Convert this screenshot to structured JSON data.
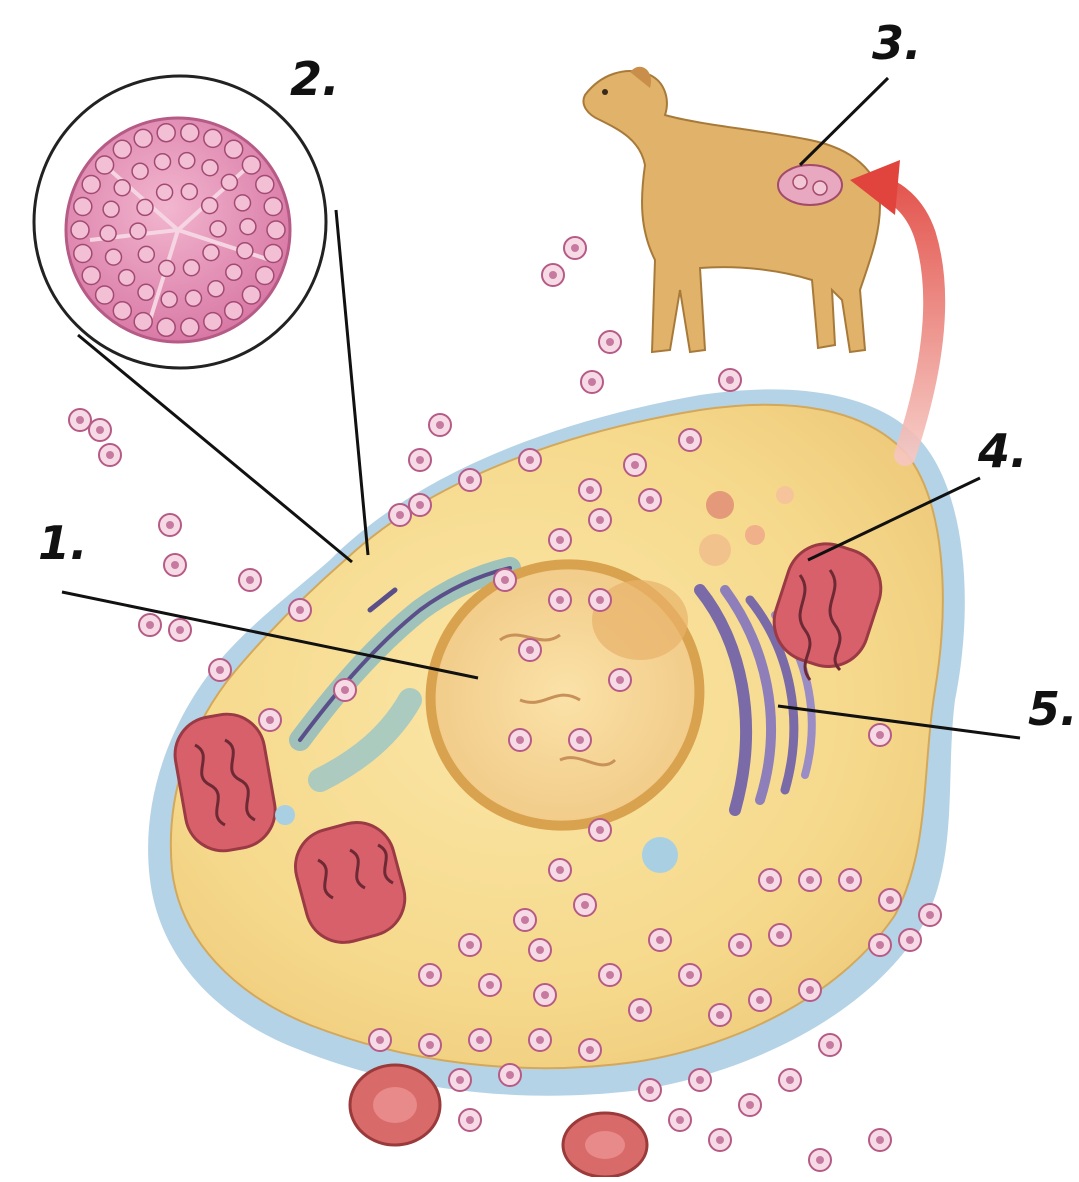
{
  "labels": {
    "nucleus": "1.",
    "virus": "2.",
    "host": "3.",
    "mitochondrion": "4.",
    "golgi": "5."
  },
  "colors": {
    "cytoplasm": "#f6d98c",
    "membrane_blue": "#8fb9d6",
    "nucleus": "#f3cf8a",
    "nuclear_envelope": "#d9a24e",
    "virion": "#e9a9c3",
    "virion_outline": "#b65a86",
    "mitochondrion": "#d8606a",
    "golgi": "#7a6aa8",
    "er": "#9fc7c6",
    "dog": "#e0b26a",
    "arrow": "#e0443c",
    "leader_line": "#111111"
  }
}
